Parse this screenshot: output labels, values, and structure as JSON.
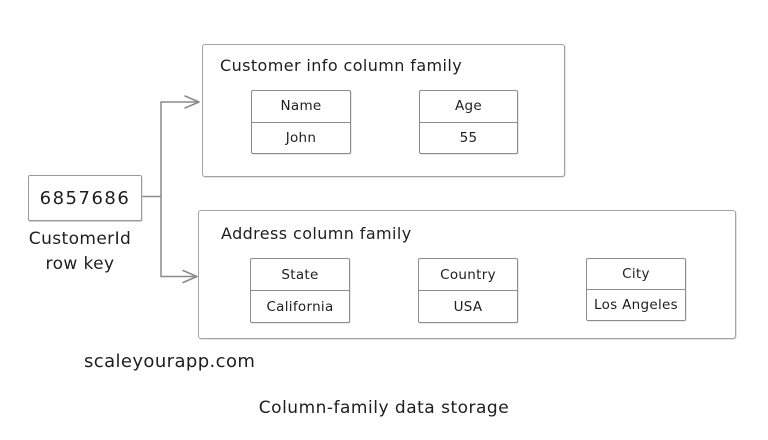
{
  "row_key": {
    "value": "6857686",
    "label_line1": "CustomerId",
    "label_line2": "row key"
  },
  "families": [
    {
      "title": "Customer info column family",
      "cells": [
        {
          "column": "Name",
          "value": "John"
        },
        {
          "column": "Age",
          "value": "55"
        }
      ]
    },
    {
      "title": "Address column family",
      "cells": [
        {
          "column": "State",
          "value": "California"
        },
        {
          "column": "Country",
          "value": "USA"
        },
        {
          "column": "City",
          "value": "Los Angeles"
        }
      ]
    }
  ],
  "watermark": "scaleyourapp.com",
  "caption": "Column-family data storage",
  "colors": {
    "stroke_light": "#a3a3a3",
    "stroke_dark": "#8d8d8d",
    "connector": "#8a8a8a",
    "text": "#1e1e1e",
    "background": "#ffffff"
  }
}
